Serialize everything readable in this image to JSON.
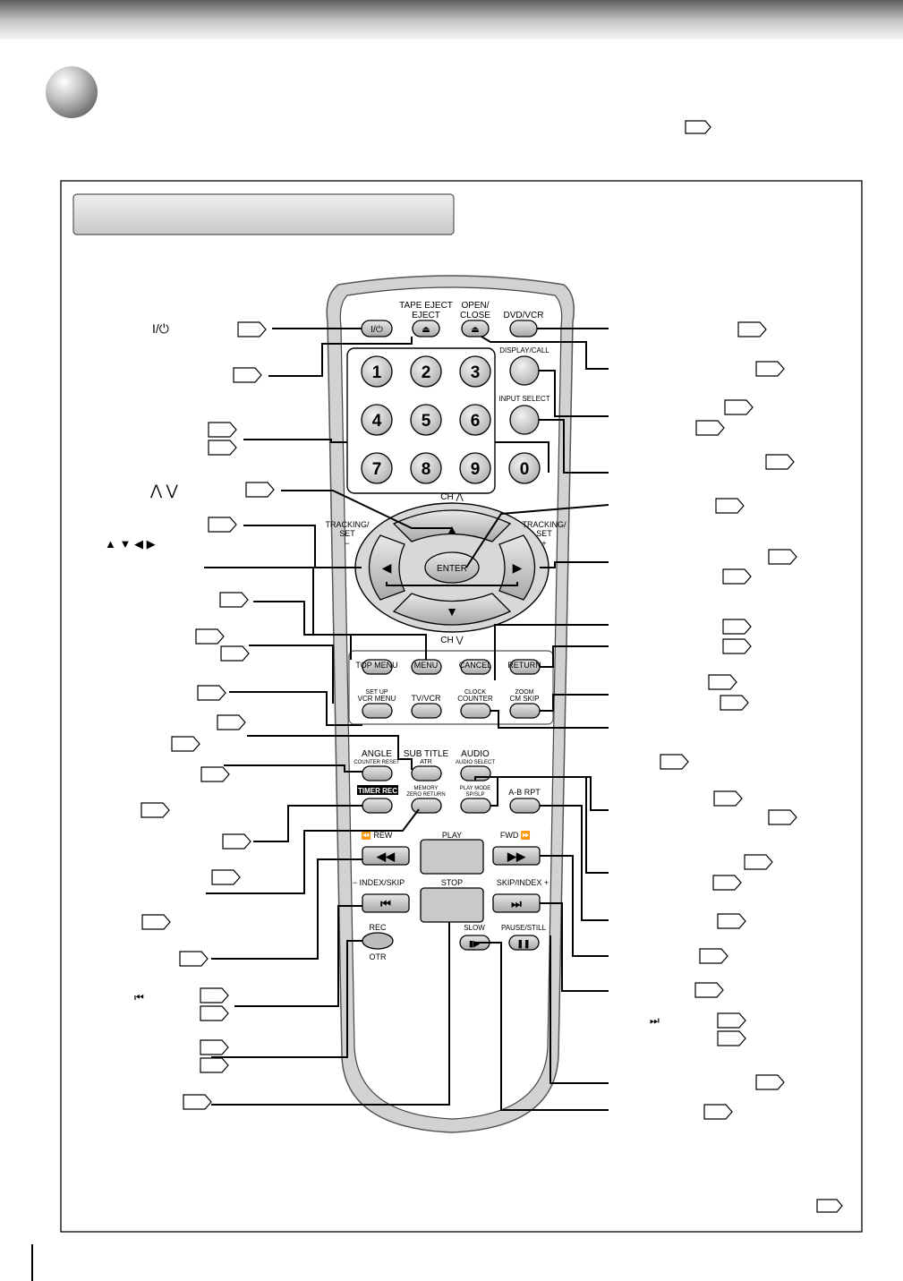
{
  "header": {
    "colors": {
      "band_top": "#666666",
      "band_bottom": "#f2f2f2"
    }
  },
  "remote": {
    "power_symbol": "I/⏻",
    "labels": {
      "tape_eject": "TAPE\nEJECT",
      "open_close": "OPEN/\nCLOSE",
      "dvd_vcr": "DVD/VCR",
      "display_call": "DISPLAY/CALL",
      "input_select": "INPUT SELECT",
      "ch_up": "CH ⋀",
      "ch_down": "CH ⋁",
      "tracking_left": "TRACKING/\nSET\n−",
      "tracking_right": "TRACKING/\nSET\n+",
      "enter": "ENTER",
      "top_menu": "TOP MENU",
      "menu": "MENU",
      "cancel": "CANCEL",
      "return": "RETURN",
      "set_up": "SET UP",
      "vcr_menu": "VCR MENU",
      "tv_vcr": "TV/VCR",
      "clock": "CLOCK",
      "counter": "COUNTER",
      "zoom": "ZOOM",
      "cm_skip": "CM SKIP",
      "angle": "ANGLE",
      "counter_reset": "COUNTER RESET",
      "sub_title": "SUB TITLE",
      "atr": "ATR",
      "audio": "AUDIO",
      "audio_select": "AUDIO SELECT",
      "timer_rec": "TIMER REC",
      "memory": "MEMORY",
      "zero_return": "ZERO RETURN",
      "play_mode": "PLAY MODE",
      "sp_slp": "SP/SLP",
      "a_b_rpt": "A-B RPT",
      "rew": "⏪ REW",
      "play": "PLAY",
      "fwd": "FWD ⏩",
      "index_skip": "− INDEX/SKIP",
      "stop": "STOP",
      "skip_index": "SKIP/INDEX +",
      "rec": "REC",
      "otr": "OTR",
      "slow": "SLOW",
      "pause_still": "PAUSE/STILL"
    },
    "number_keys": [
      "1",
      "2",
      "3",
      "4",
      "5",
      "6",
      "7",
      "8",
      "9",
      "0"
    ]
  },
  "left_column": {
    "power_label": "I/⏻",
    "ch_label": "⋀ ⋁",
    "arrow_label": "▲ ▼ ◀ ▶",
    "skip_back_label": "⏮"
  },
  "right_column": {
    "skip_fwd_label": "⏭"
  }
}
